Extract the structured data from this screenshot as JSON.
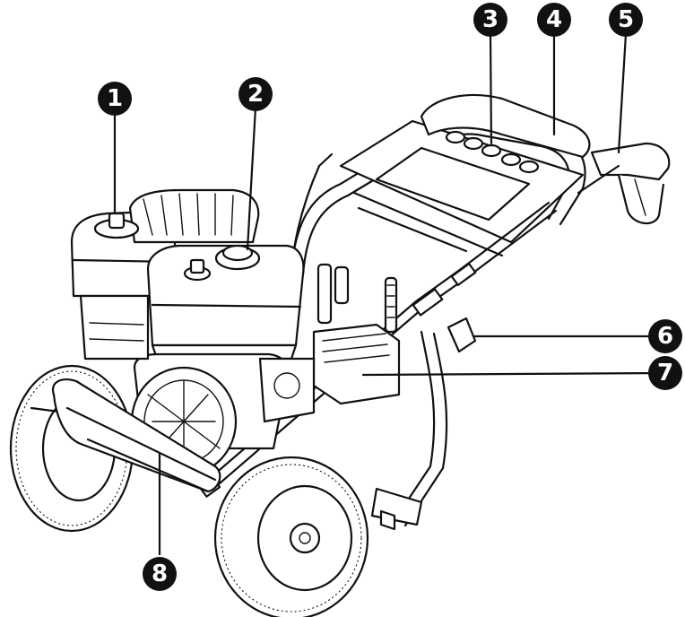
{
  "callouts": [
    {
      "id": 1,
      "label": "1",
      "part": "fuel-cap"
    },
    {
      "id": 2,
      "label": "2",
      "part": "oil-fill-cap"
    },
    {
      "id": 3,
      "label": "3",
      "part": "accessory-nozzles"
    },
    {
      "id": 4,
      "label": "4",
      "part": "handle"
    },
    {
      "id": 5,
      "label": "5",
      "part": "spray-gun"
    },
    {
      "id": 6,
      "label": "6",
      "part": "detergent-inlet"
    },
    {
      "id": 7,
      "label": "7",
      "part": "pump"
    },
    {
      "id": 8,
      "label": "8",
      "part": "recoil-starter"
    }
  ],
  "colors": {
    "ink": "#111111",
    "paper": "#ffffff",
    "shade": "#d9d9d9"
  }
}
